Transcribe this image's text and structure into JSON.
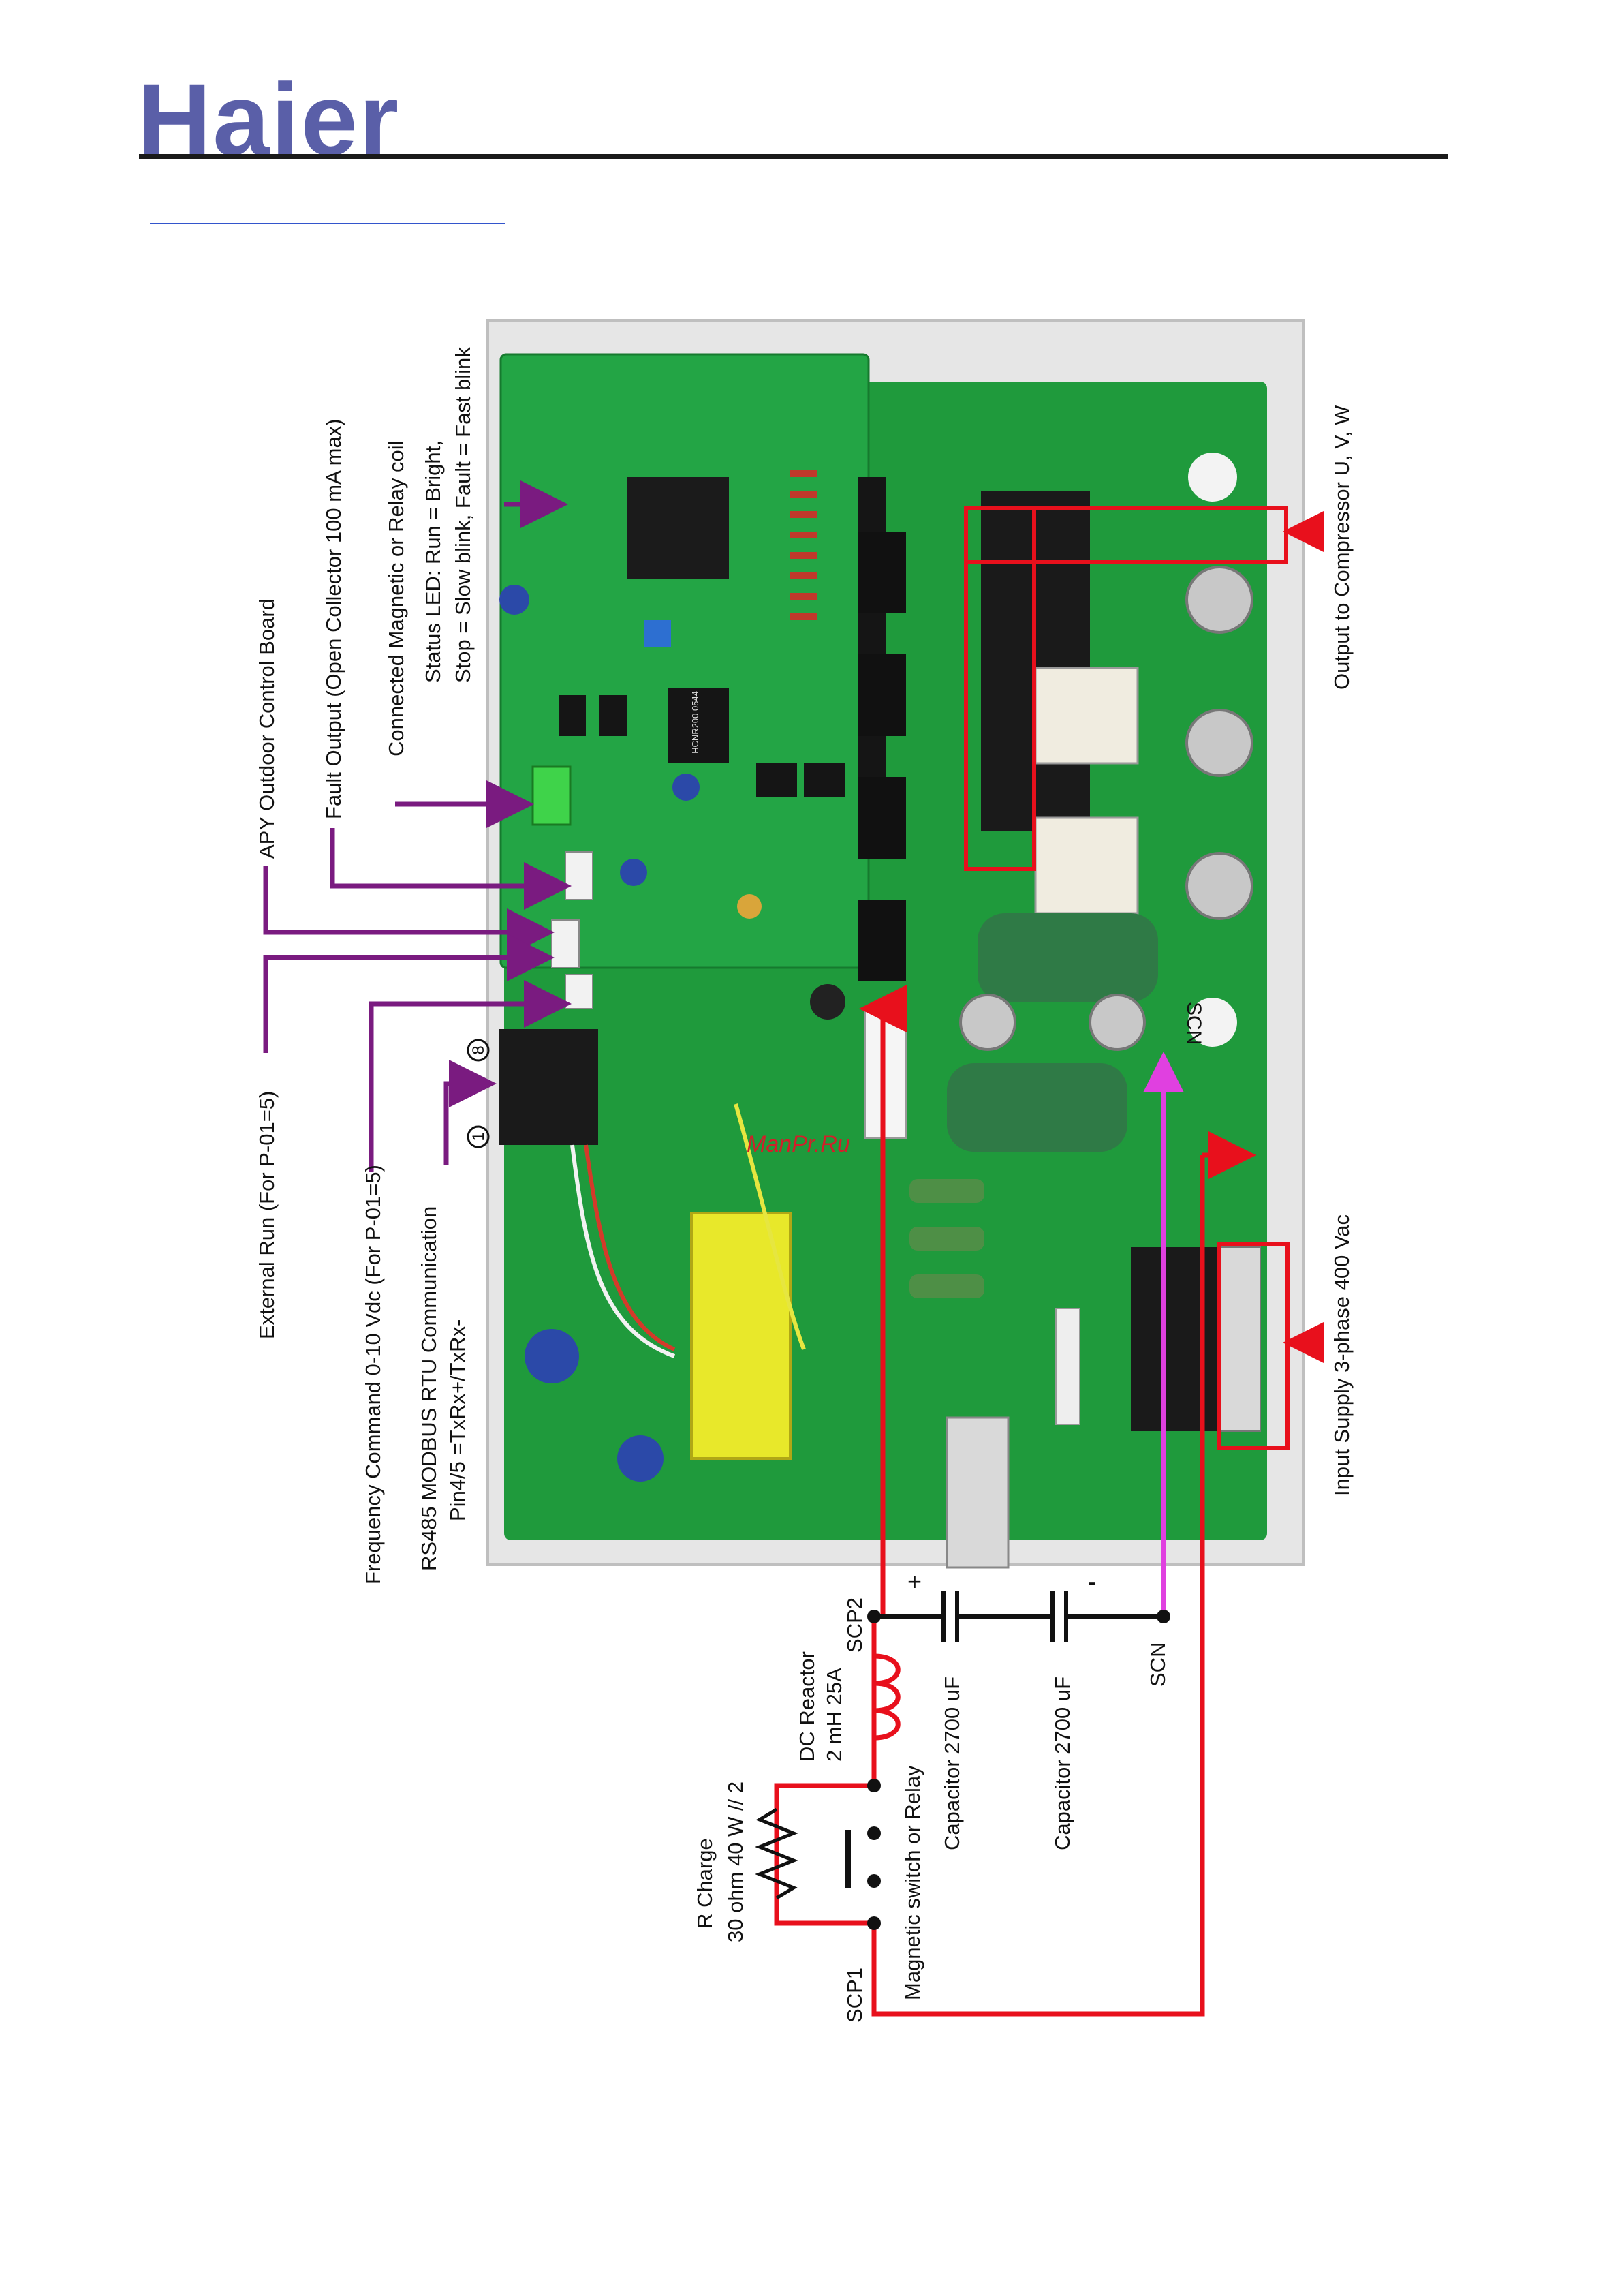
{
  "brand": {
    "name": "Haier",
    "color": "#5a5fa8"
  },
  "colors": {
    "arrow": "#7a1b80",
    "power": "#e8101c",
    "scn": "#e040e0",
    "pcb": "#1f9a3c",
    "wire": "#111111"
  },
  "board_labels": {
    "apy": "APY Outdoor Control Board",
    "fault": "Fault Output (Open Collector 100 mA max)",
    "relay": "Connected Magnetic or Relay coil",
    "status1": "Status LED: Run = Bright,",
    "status2": "Stop = Slow blink, Fault = Fast blink",
    "ext_run": "External Run (For P-01=5)",
    "freq": "Frequency Command 0-10 Vdc (For P-01=5)",
    "rs485_1": "RS485 MODBUS RTU Communication",
    "rs485_2": "Pin4/5 =TxRx+/TxRx-",
    "pin8": "8",
    "pin1": "1",
    "output": "Output to Compressor U, V, W",
    "input": "Input Supply 3-phase 400 Vac",
    "scn_board": "SCN",
    "chip": "HCNR200 0544",
    "watermark": "ManPr.Ru"
  },
  "circuit_labels": {
    "scp2": "SCP2",
    "scp1": "SCP1",
    "scn": "SCN",
    "reactor1": "DC Reactor",
    "reactor2": "2 mH 25A",
    "cap1": "Capacitor 2700 uF",
    "cap2": "Capacitor 2700 uF",
    "rcharge1": "R Charge",
    "rcharge2": "30 ohm 40 W // 2",
    "switch": "Magnetic switch or Relay",
    "plus": "+",
    "minus": "-"
  }
}
